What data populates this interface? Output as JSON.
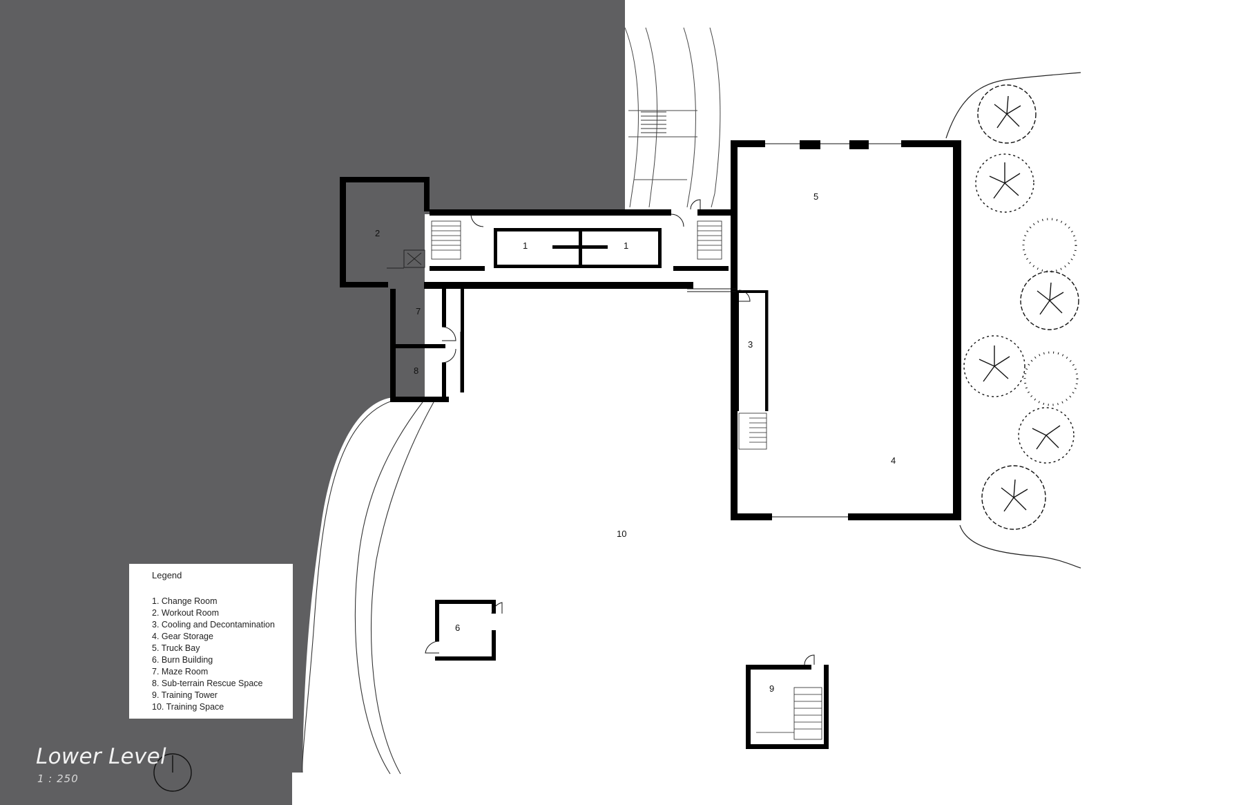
{
  "drawing": {
    "title": "Lower Level",
    "scale": "1 : 250",
    "colors": {
      "terrain": "#5f5f61",
      "wall": "#000000",
      "background": "#ffffff"
    }
  },
  "legend": {
    "title": "Legend",
    "items": [
      "1. Change Room",
      "2. Workout Room",
      "3. Cooling and Decontamination",
      "4. Gear Storage",
      "5. Truck Bay",
      "6. Burn Building",
      "7. Maze Room",
      "8. Sub-terrain  Rescue Space",
      "9. Training Tower",
      "10. Training Space"
    ]
  },
  "rooms": {
    "r1a": "1",
    "r1b": "1",
    "r2": "2",
    "r3": "3",
    "r4": "4",
    "r5": "5",
    "r6": "6",
    "r7": "7",
    "r8": "8",
    "r9": "9",
    "r10": "10"
  },
  "icons": {
    "north": "north-arrow-icon",
    "trees": "tree-icon"
  }
}
